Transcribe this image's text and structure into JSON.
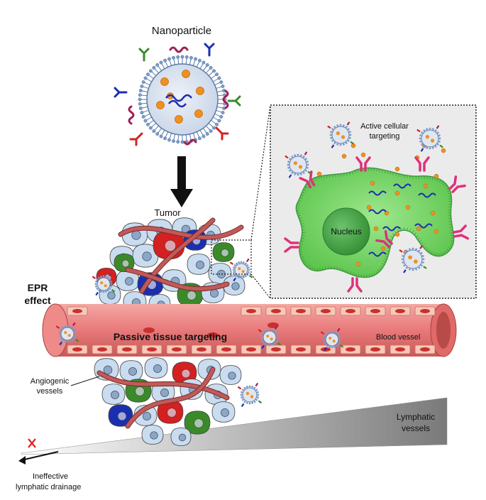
{
  "labels": {
    "nanoparticle": "Nanoparticle",
    "tumor": "Tumor",
    "epr_line1": "EPR",
    "epr_line2": "effect",
    "passive": "Passive tissue targeting",
    "blood_vessel": "Blood vessel",
    "angiogenic_line1": "Angiogenic",
    "angiogenic_line2": "vessels",
    "active_line1": "Active cellular",
    "active_line2": "targeting",
    "nucleus": "Nucleus",
    "lymphatic_line1": "Lymphatic",
    "lymphatic_line2": "vessels",
    "ineffective_line1": "Ineffective",
    "ineffective_line2": "lymphatic drainage"
  },
  "colors": {
    "vessel": "#e8797a",
    "vessel_dark": "#b5403f",
    "rbc": "#c8302e",
    "cell_light": "#c9dcf0",
    "cell_red": "#d42020",
    "cell_blue": "#1a2fb0",
    "cell_green": "#3a8a2a",
    "target_cell": "#7ad86a",
    "nucleus": "#3d9e3d",
    "nanoparticle": "#7d9cc8",
    "payload": "#f09020",
    "receptor": "#e0307a",
    "inset_bg": "#ebebeb",
    "x_mark": "#e02020"
  }
}
